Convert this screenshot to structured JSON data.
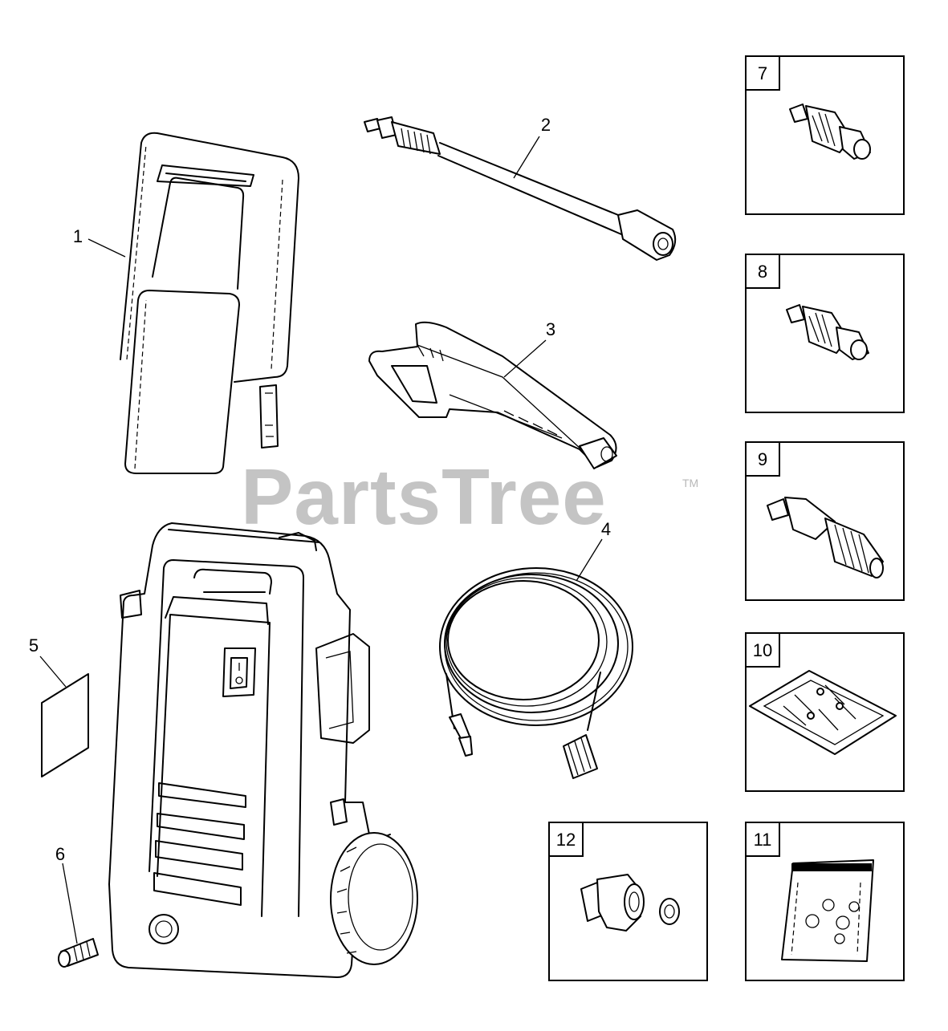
{
  "watermark": {
    "text": "PartsTree",
    "trademark": "TM"
  },
  "callouts": [
    "1",
    "2",
    "3",
    "4",
    "5",
    "6"
  ],
  "boxes": [
    "7",
    "8",
    "9",
    "10",
    "11",
    "12"
  ]
}
